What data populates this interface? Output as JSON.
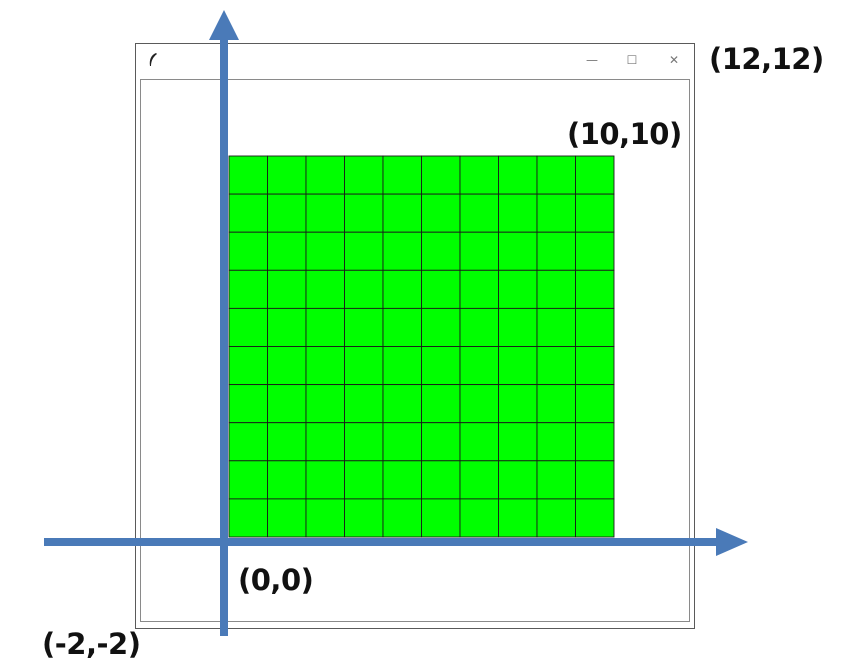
{
  "window": {
    "controls": {
      "minimize": "—",
      "maximize": "☐",
      "close": "✕"
    }
  },
  "grid": {
    "rows": 10,
    "cols": 10,
    "fill_color": "#00ff00",
    "line_color": "#1a1a1a"
  },
  "axes": {
    "color": "#4a7ab8"
  },
  "labels": {
    "top_right": "(12,12)",
    "grid_corner": "(10,10)",
    "origin": "(0,0)",
    "bottom_left": "(-2,-2)"
  }
}
